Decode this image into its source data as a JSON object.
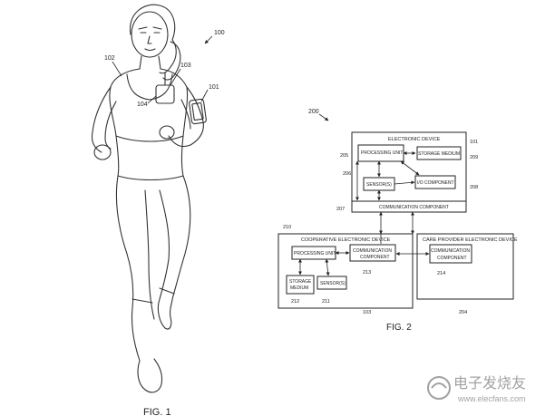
{
  "fig1": {
    "caption": "FIG. 1",
    "ref_100": "100",
    "ref_101": "101",
    "ref_102": "102",
    "ref_103": "103",
    "ref_104": "104"
  },
  "fig2": {
    "caption": "FIG. 2",
    "ref_200": "200",
    "electronic_device": {
      "title": "ELECTRONIC DEVICE",
      "ref": "101",
      "processing_unit": "PROCESSING UNIT",
      "storage_medium": "STORAGE MEDIUM",
      "sensors": "SENSOR(S)",
      "io_component": "I/O COMPONENT",
      "communication_component": "COMMUNICATION COMPONENT",
      "ref_205": "205",
      "ref_206": "206",
      "ref_207": "207",
      "ref_208": "208",
      "ref_209": "209"
    },
    "cooperative_device": {
      "title": "COOPERATIVE ELECTRONIC DEVICE",
      "ref_210": "210",
      "processing_unit": "PROCESSING UNIT",
      "communication_line1": "COMMUNICATION",
      "communication_line2": "COMPONENT",
      "storage_line1": "STORAGE",
      "storage_line2": "MEDIUM",
      "sensors": "SENSOR(S)",
      "ref_211": "211",
      "ref_212": "212",
      "ref_213": "213",
      "ref_103": "103"
    },
    "care_provider_device": {
      "title": "CARE PROVIDER ELECTRONIC DEVICE",
      "communication_line1": "COMMUNICATION",
      "communication_line2": "COMPONENT",
      "ref_214": "214",
      "ref_204": "204"
    }
  },
  "watermark": {
    "line1": "电子发烧友",
    "line2": "www.elecfans.com"
  }
}
